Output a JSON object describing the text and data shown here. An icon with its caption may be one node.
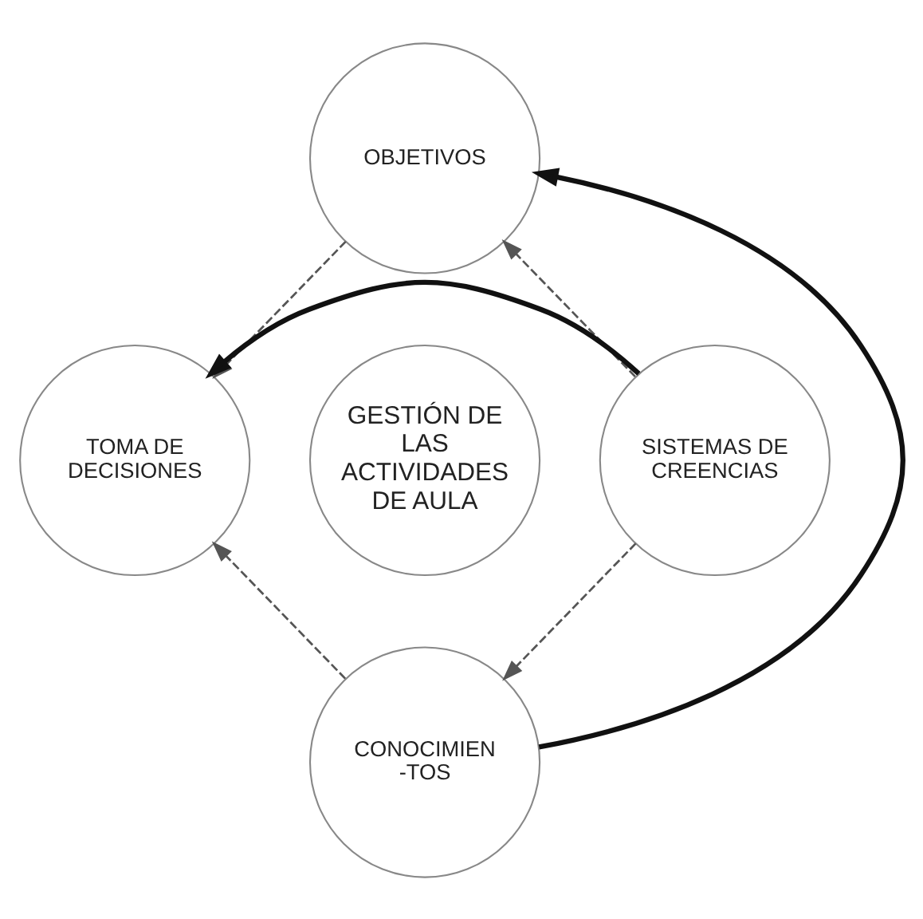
{
  "diagram": {
    "nodes": [
      {
        "text": [
          "OBJETIVOS"
        ]
      },
      {
        "text": [
          "TOMA DE DECISIONES"
        ]
      },
      {
        "text": [
          "GESTIÓN DE LAS ACTIVIDADES DE AULA"
        ]
      },
      {
        "text": [
          "SISTEMAS DE CREENCIAS"
        ]
      },
      {
        "text": [
          "CONOCIMIEN -TOS"
        ]
      }
    ],
    "edges": [
      {
        "from": 3,
        "to": 0,
        "arrow": "to",
        "style": "dashed",
        "color": "#555555"
      },
      {
        "from": 0,
        "to": 1,
        "arrow": "to",
        "style": "dashed",
        "color": "#555555"
      },
      {
        "from": 3,
        "to": 4,
        "arrow": "to",
        "style": "dashed",
        "color": "#555555"
      },
      {
        "from": 4,
        "to": 1,
        "arrow": "to",
        "style": "dashed",
        "color": "#555555"
      },
      {
        "from": 4,
        "to": 0,
        "arrow": "to",
        "style": "thick",
        "color": "#111111"
      },
      {
        "from": 3,
        "to": 1,
        "arrow": "to",
        "style": "thick",
        "color": "#111111"
      }
    ]
  }
}
